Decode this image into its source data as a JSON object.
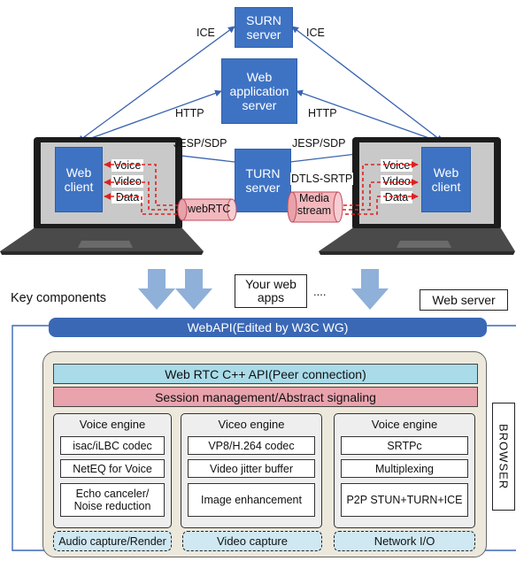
{
  "servers": {
    "surn": "SURN server",
    "web_app": "Web application server",
    "turn": "TURN server"
  },
  "links": {
    "ice_left": "ICE",
    "ice_right": "ICE",
    "http_left": "HTTP",
    "http_right": "HTTP",
    "jesp_left": "JESP/SDP",
    "jesp_right": "JESP/SDP",
    "dtls": "DTLS-SRTP"
  },
  "clients": {
    "left": {
      "label": "Web client",
      "voice": "Voice",
      "video": "Video",
      "data": "Data"
    },
    "right": {
      "label": "Web client",
      "voice": "Voice",
      "video": "Video",
      "data": "Data"
    }
  },
  "pipes": {
    "webrtc": "webRTC",
    "media": "Media stream"
  },
  "middle": {
    "key_components": "Key components",
    "your_web_apps": "Your web apps",
    "ellipsis": "....",
    "web_server": "Web server"
  },
  "browser": {
    "webapi": "WebAPI(Edited by W3C WG)",
    "cpp_api": "Web RTC C++ API(Peer connection)",
    "session": "Session management/Abstract signaling",
    "side_label": "BROWSER",
    "engines": [
      {
        "title": "Voice engine",
        "items": [
          "isac/iLBC codec",
          "NetEQ for Voice",
          "Echo canceler/ Noise reduction"
        ]
      },
      {
        "title": "Viceo engine",
        "items": [
          "VP8/H.264 codec",
          "Video jitter buffer",
          "Image enhancement"
        ]
      },
      {
        "title": "Voice engine",
        "items": [
          "SRTPc",
          "Multiplexing",
          "P2P STUN+TURN+ICE"
        ]
      }
    ],
    "captures": [
      "Audio capture/Render",
      "Video capture",
      "Network I/O"
    ]
  },
  "colors": {
    "server_blue": "#3e73c4",
    "webapi_blue": "#3a68b5",
    "cpp_api_cyan": "#a9dbe9",
    "session_pink": "#e8a3ad",
    "arrow_blue": "#8fb0d9",
    "signal_red": "#e02020",
    "browser_panel": "#ece8dc"
  }
}
